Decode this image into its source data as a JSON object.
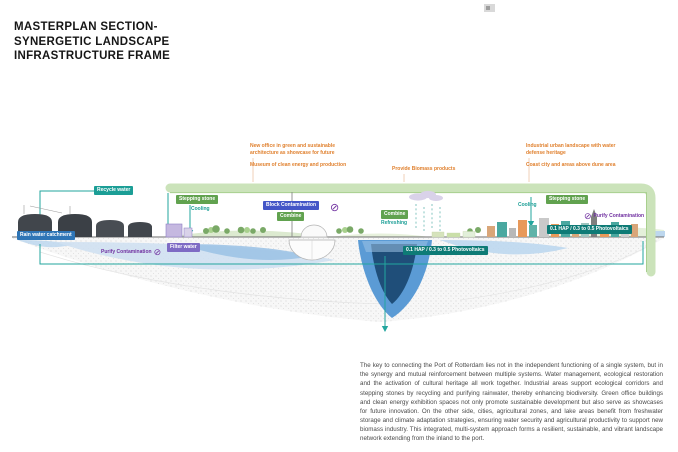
{
  "title": {
    "line1": "MASTERPLAN SECTION-",
    "line2": "SYNERGETIC LANDSCAPE",
    "line3": "INFRASTRUCTURE FRAME"
  },
  "colors": {
    "teal": "#1b9e96",
    "green": "#61a24f",
    "indigo": "#4456c7",
    "blue": "#2e75b6",
    "purple": "#7e6bc4",
    "dark_teal": "#0e7b76",
    "orange": "#e0802e",
    "band_green": "#cbe3ba"
  },
  "annotations": {
    "office": "New office in green and sustainable architecture as showcase for future",
    "museum": "Museum of clean energy and production",
    "biomass": "Provide Biomass products",
    "industrial": "Industrial urban landscape with water defense heritage",
    "coast": "Coast city and areas above dune area"
  },
  "labels": {
    "recycle_water": "Recycle water",
    "stepping_stone": "Stepping stone",
    "cooling": "Cooling",
    "block_contamination": "Block Contamination",
    "combine": "Combine",
    "refreshing": "Refreshing",
    "purify_contamination": "Purify Contamination",
    "rain_water_catchment": "Rain water catchment",
    "filter_water": "Filter water",
    "photovoltaics": "0.1 HAP / 0.3 to 0.5 Photovoltaics"
  },
  "description": "The key to connecting the Port of Rotterdam lies not in the independent functioning of a single system, but in the synergy and mutual reinforcement between multiple systems. Water management, ecological restoration and the activation of cultural heritage all work together. Industrial areas support ecological corridors and stepping stones by recycling and purifying rainwater, thereby enhancing biodiversity. Green office buildings and clean energy exhibition spaces not only promote sustainable development but also serve as showcases for future innovation. On the other side, cities, agricultural zones, and lake areas benefit from freshwater storage and climate adaptation strategies, ensuring water security and agricultural productivity to support new biomass industry. This integrated, multi-system approach forms a resilient, sustainable, and vibrant landscape network extending from the inland to the port."
}
